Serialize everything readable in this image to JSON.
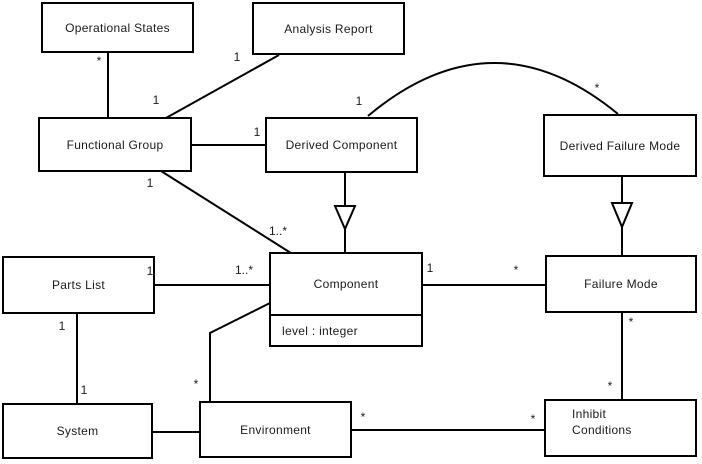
{
  "diagram": {
    "kind": "uml-class-diagram",
    "classes": {
      "operational_states": {
        "label": "Operational States"
      },
      "analysis_report": {
        "label": "Analysis Report"
      },
      "functional_group": {
        "label": "Functional Group"
      },
      "derived_component": {
        "label": "Derived Component"
      },
      "derived_failure_mode": {
        "label": "Derived Failure Mode"
      },
      "parts_list": {
        "label": "Parts List"
      },
      "component": {
        "label": "Component",
        "attribute": "level : integer"
      },
      "failure_mode": {
        "label": "Failure Mode"
      },
      "system": {
        "label": "System"
      },
      "environment": {
        "label": "Environment"
      },
      "inhibit_conditions": {
        "label": "Inhibit\nConditions"
      }
    },
    "multiplicities": {
      "os_end_of_fg_assoc": "*",
      "fg_end_of_os_assoc": "1",
      "fg_end_of_ar_assoc": "1",
      "dc_end_of_fg_assoc": "1",
      "dc_end_of_arc_assoc": "1",
      "dfm_end_of_arc_assoc": "*",
      "fg_end_of_comp_assoc": "1",
      "comp_end_of_fg_assoc": "1..*",
      "comp_end_of_pl_assoc": "1..*",
      "pl_end_of_comp_assoc": "1",
      "pl_end_of_sys_assoc": "1",
      "sys_end_of_pl_assoc": "1",
      "comp_end_of_fm_assoc": "1",
      "fm_end_of_comp_assoc": "*",
      "fm_end_of_ic_assoc": "*",
      "ic_end_of_fm_assoc": "*",
      "env_end_of_comp_assoc": "*",
      "env_end_of_ic_assoc": "*",
      "ic_end_of_env_assoc": "*"
    },
    "line_color": "#000000",
    "background_color": "#ffffff"
  }
}
